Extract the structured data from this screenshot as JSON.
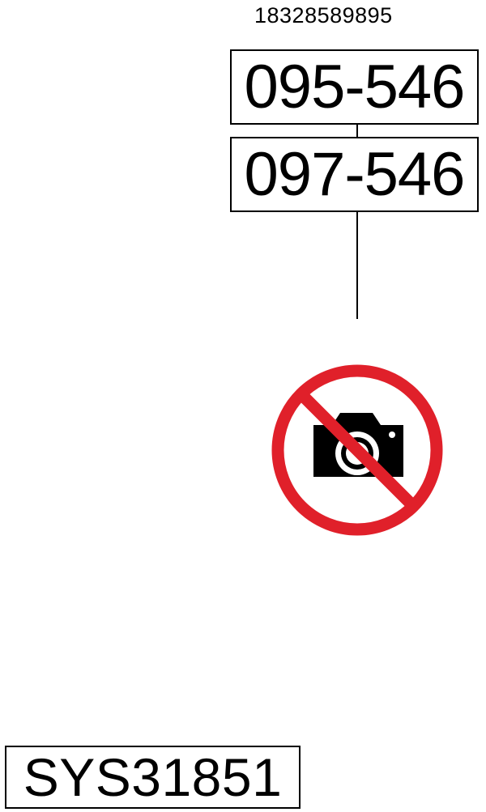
{
  "header": {
    "reference_number": "18328589895"
  },
  "codes": [
    {
      "label": "095-546"
    },
    {
      "label": "097-546"
    }
  ],
  "sign": {
    "icon": "no-photography-icon",
    "ring_color": "#e0202a",
    "camera_color": "#000000"
  },
  "footer": {
    "system_id": "SYS31851"
  }
}
